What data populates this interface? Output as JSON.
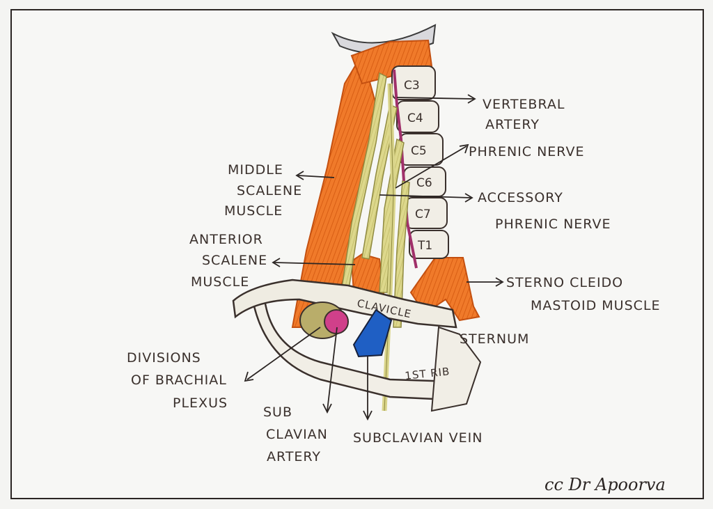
{
  "labels": {
    "vertebral_artery": [
      "VERTEBRAL",
      "ARTERY"
    ],
    "phrenic_nerve": "PHRENIC NERVE",
    "accessory_phrenic_nerve": [
      "ACCESSORY",
      "PHRENIC NERVE"
    ],
    "middle_scalene": [
      "MIDDLE",
      "SCALENE",
      "MUSCLE"
    ],
    "anterior_scalene": [
      "ANTERIOR",
      "SCALENE",
      "MUSCLE"
    ],
    "sternocleidomastoid": [
      "STERNO CLEIDO",
      "MASTOID MUSCLE"
    ],
    "sternum": "STERNUM",
    "clavicle": "CLAVICLE",
    "first_rib": "1ST RIB",
    "brachial_plexus": [
      "DIVISIONS",
      "OF BRACHIAL",
      "PLEXUS"
    ],
    "subclavian_artery": [
      "SUB",
      "CLAVIAN",
      "ARTERY"
    ],
    "subclavian_vein": "SUBCLAVIAN VEIN",
    "vertebrae": [
      "C3",
      "C4",
      "C5",
      "C6",
      "C7",
      "T1"
    ]
  },
  "credit": "cc Dr Apoorva",
  "colors": {
    "muscle": "#f07a2a",
    "nerve": "#d9d48a",
    "artery": "#d0408a",
    "vein": "#1f5fc4",
    "bone": "#f1eee6",
    "ink": "#3a302c",
    "vertebral_artery": "#a0306a"
  }
}
